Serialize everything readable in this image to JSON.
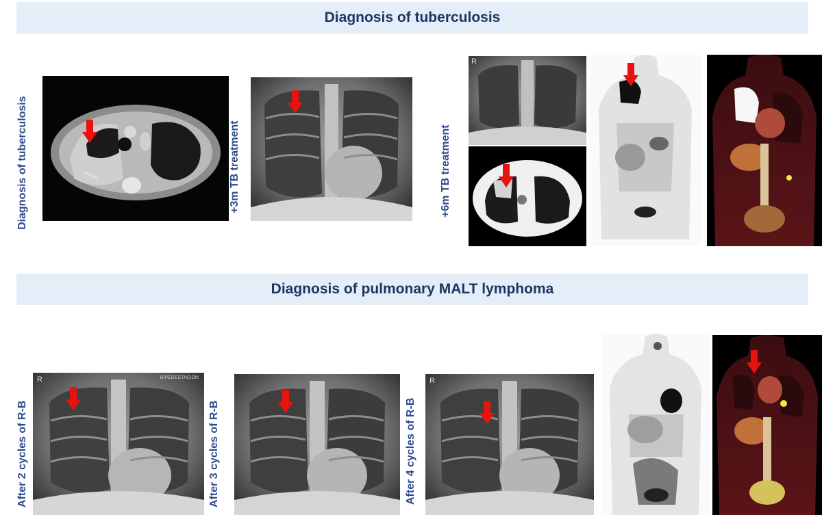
{
  "banners": {
    "tuberculosis": "Diagnosis of tuberculosis",
    "malt": "Diagnosis of pulmonary MALT lymphoma"
  },
  "labels": {
    "diagnosis_tb": "Diagnosis of tuberculosis",
    "tb_3m": "+3m  TB treatment",
    "tb_6m": "+6m  TB treatment",
    "rb_2": "After 2 cycles of R-B",
    "rb_3": "After 3 cycles of R-B",
    "rb_4": "After 4 cycles of R-B"
  },
  "image_markers": {
    "xray_orientation": "R",
    "xray_caption": "BIPEDESTACION"
  },
  "colors": {
    "banner_bg": "#e4eef8",
    "banner_text": "#1f3464",
    "label_text": "#2e4a8c",
    "arrow": "#e8130f"
  }
}
